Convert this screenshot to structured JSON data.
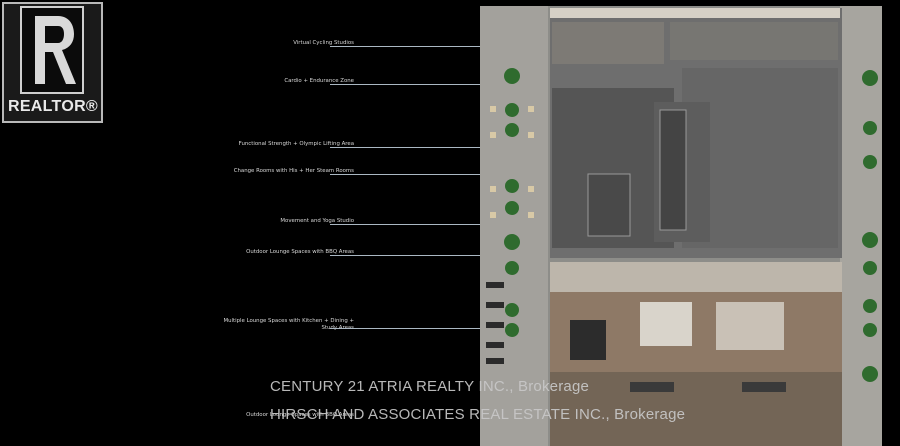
{
  "logo": {
    "text": "REALTOR®"
  },
  "areas": [
    {
      "label": "Virtual Cycling Studios"
    },
    {
      "label": "Cardio + Endurance Zone"
    },
    {
      "label": "Functional Strength + Olympic Lifting Area"
    },
    {
      "label": "Change Rooms with His + Her Steam Rooms"
    },
    {
      "label": "Movement and Yoga Studio"
    },
    {
      "label": "Outdoor Lounge Spaces with BBQ Areas"
    },
    {
      "label": "Multiple Lounge Spaces with Kitchen + Dining + Study Areas"
    },
    {
      "label": "Outdoor Lounge Spaces with BBQ Areas"
    }
  ],
  "watermarks": {
    "line1": "CENTURY 21 ATRIA REALTY INC., Brokerage",
    "line2": "HIRSCH AND ASSOCIATES REAL ESTATE INC., Brokerage"
  },
  "colors": {
    "background": "#000000",
    "paving": "#9a9a96",
    "floor_gym": "#6f6f6f",
    "wood_deck": "#8a7866",
    "greenery": "#2f6b2e"
  }
}
